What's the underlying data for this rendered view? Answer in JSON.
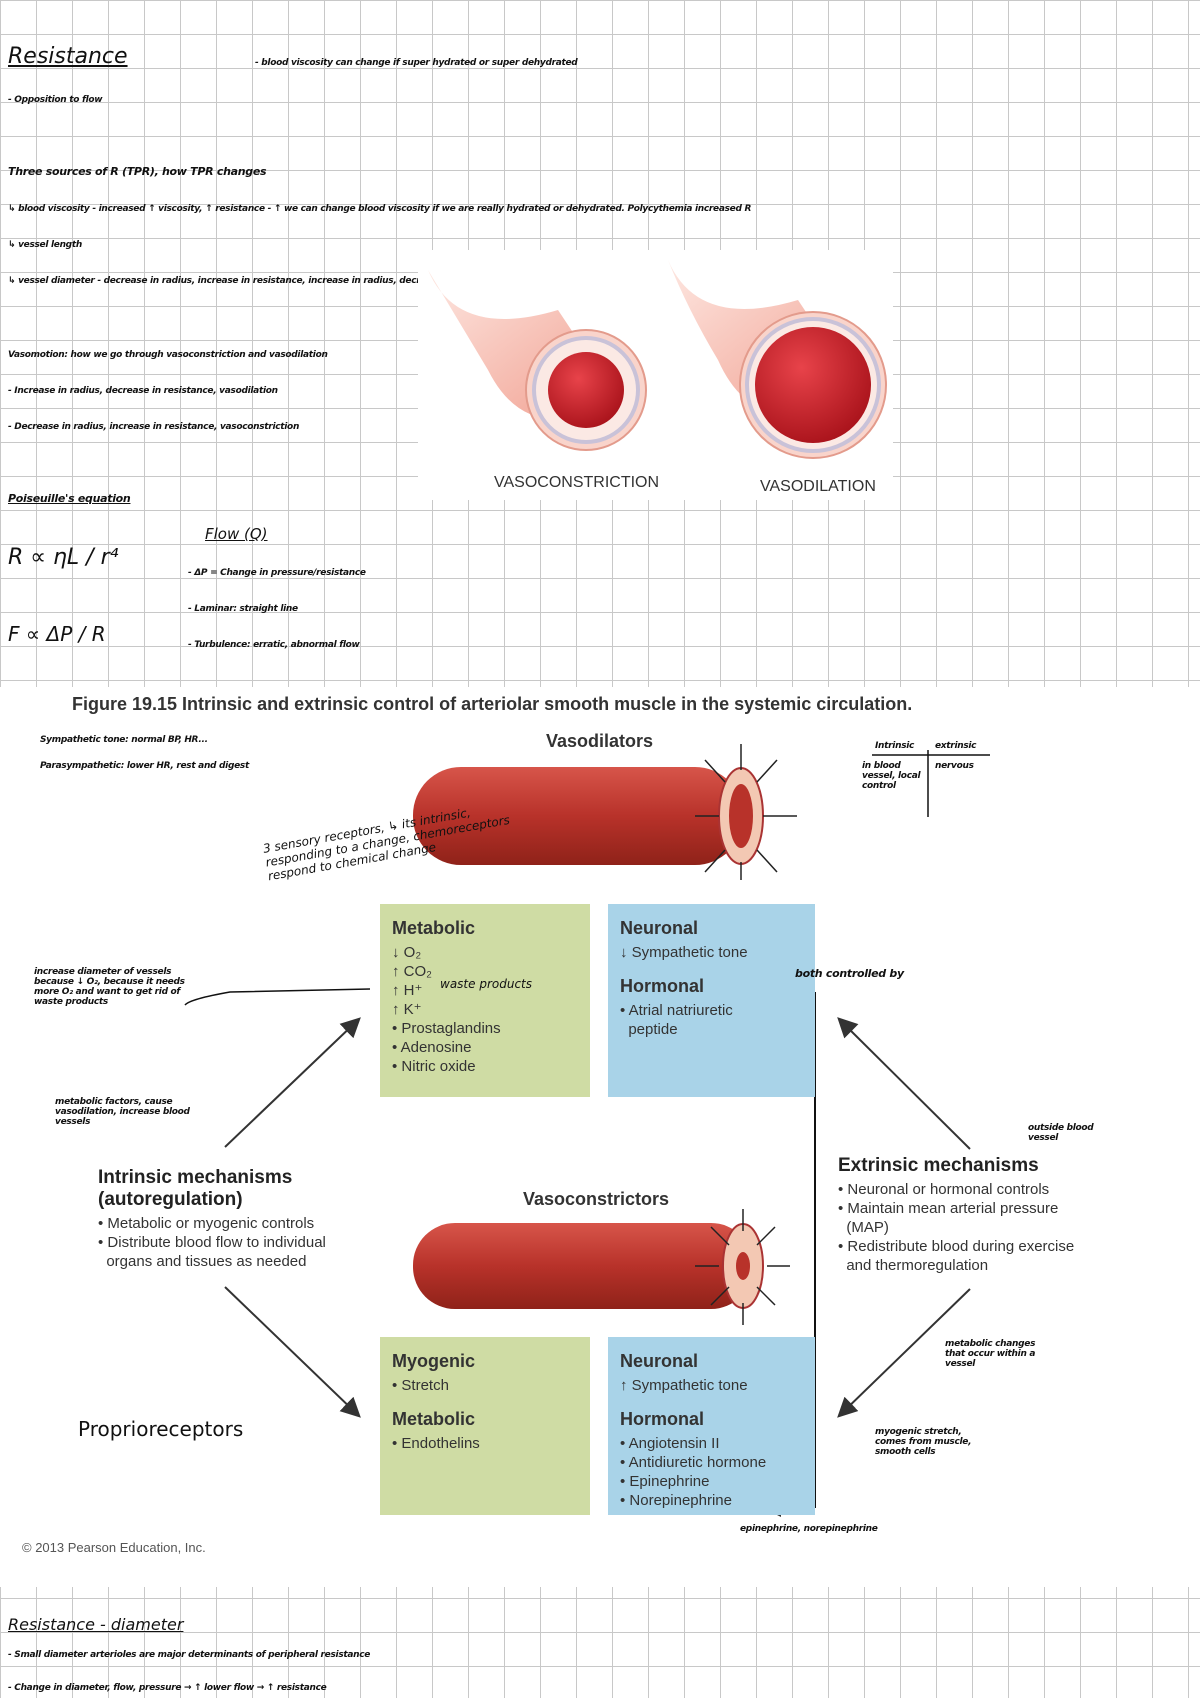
{
  "notes_top": {
    "heading": "Resistance",
    "side_note": "- blood viscosity can change if super hydrated or super dehydrated",
    "def": "- Opposition to flow",
    "sources_title": "Three sources of R (TPR), how TPR changes",
    "source_1": "↳ blood viscosity - increased ↑ viscosity, ↑ resistance - ↑ we can change blood viscosity if we are really hydrated or dehydrated. Polycythemia increased R",
    "source_2": "↳ vessel length",
    "source_3": "↳ vessel diameter - decrease in radius, increase in resistance, increase in radius, decrease in resistance",
    "vaso_title": "Vasomotion: how we go through vasoconstriction and vasodilation",
    "vaso_1": "- Increase in radius, decrease in resistance, vasodilation",
    "vaso_2": "- Decrease in radius, increase in resistance, vasoconstriction",
    "poiseuille_title": "Poiseuille's equation",
    "poiseuille_eq": "R ∝ ηL / r⁴",
    "flow_eq": "F ∝ ΔP / R",
    "flow_title": "Flow (Q)",
    "flow_1": "- ΔP = Change in pressure/resistance",
    "flow_2": "- Laminar: straight line",
    "flow_3": "- Turbulence: erratic, abnormal flow"
  },
  "vessel_illustration": {
    "left_label": "VASOCONSTRICTION",
    "right_label": "VASODILATION",
    "colors": {
      "outer": "#f3b7a8",
      "lumen": "#c81e22",
      "wall": "#f7dcd6"
    }
  },
  "figure": {
    "caption": "Figure 19.15  Intrinsic and extrinsic control of arteriolar smooth muscle in the systemic circulation.",
    "vasodilators_label": "Vasodilators",
    "vasoconstrictors_label": "Vasoconstrictors",
    "dil_metabolic": {
      "title": "Metabolic",
      "items": [
        "↓ O₂",
        "↑ CO₂",
        "↑ H⁺",
        "↑ K⁺",
        "• Prostaglandins",
        "• Adenosine",
        "• Nitric oxide"
      ]
    },
    "dil_neuronal": {
      "title": "Neuronal",
      "items": [
        "↓ Sympathetic tone"
      ]
    },
    "dil_hormonal": {
      "title": "Hormonal",
      "items": [
        "• Atrial natriuretic",
        "  peptide"
      ]
    },
    "con_myogenic": {
      "title": "Myogenic",
      "items": [
        "• Stretch"
      ]
    },
    "con_metabolic": {
      "title": "Metabolic",
      "items": [
        "• Endothelins"
      ]
    },
    "con_neuronal": {
      "title": "Neuronal",
      "items": [
        "↑ Sympathetic tone"
      ]
    },
    "con_hormonal": {
      "title": "Hormonal",
      "items": [
        "• Angiotensin II",
        "• Antidiuretic hormone",
        "• Epinephrine",
        "• Norepinephrine"
      ]
    },
    "intrinsic": {
      "title1": "Intrinsic mechanisms",
      "title2": "(autoregulation)",
      "items": [
        "• Metabolic or myogenic controls",
        "• Distribute blood flow to individual",
        "  organs and tissues as needed"
      ]
    },
    "extrinsic": {
      "title": "Extrinsic mechanisms",
      "items": [
        "• Neuronal or hormonal controls",
        "• Maintain mean arterial pressure",
        "  (MAP)",
        "• Redistribute blood during exercise",
        "  and thermoregulation"
      ]
    },
    "copyright": "© 2013 Pearson Education, Inc.",
    "colors": {
      "green": "#cfdca4",
      "blue": "#a9d3e8",
      "vessel": "#b8322a"
    }
  },
  "figure_notes": {
    "top_left_1": "Sympathetic tone: normal BP, HR...",
    "top_left_2": "Parasympathetic: lower HR, rest and digest",
    "table_head_1": "Intrinsic",
    "table_head_2": "extrinsic",
    "table_cell_1": "in blood vessel, local control",
    "table_cell_2": "nervous",
    "sensory": "3 sensory receptors, ↳ its intrinsic, responding to a change, chemoreceptors respond to chemical change",
    "waste": "waste products",
    "left_side": "increase diameter of vessels because ↓ O₂, because it needs more O₂ and want to get rid of waste products",
    "both_controlled": "both controlled by",
    "metabolic_factors": "metabolic factors, cause vasodilation, increase blood vessels",
    "outside": "outside blood vessel",
    "proprio": "Proprioreceptors",
    "right_bottom_1": "metabolic changes that occur within a vessel",
    "right_bottom_2": "myogenic stretch, comes from muscle, smooth cells",
    "epinephrine_note": "epinephrine, norepinephrine"
  },
  "notes_bottom": {
    "heading": "Resistance - diameter",
    "line_1": "- Small diameter arterioles are major determinants of peripheral resistance",
    "line_2": "- Change in diameter, flow, pressure → ↑ lower flow → ↑ resistance"
  }
}
